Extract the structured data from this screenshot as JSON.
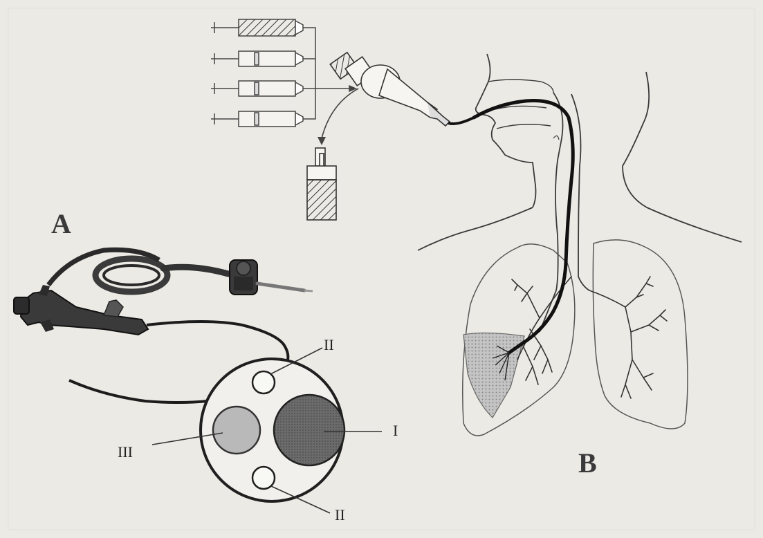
{
  "panels": {
    "a": "A",
    "b": "B"
  },
  "channel_labels": {
    "working_channel": "I",
    "light_guide_top": "II",
    "light_guide_bottom": "II",
    "objective_lens": "III"
  },
  "colors": {
    "paper": "#eceae4",
    "ink": "#1f1f1f",
    "line": "#555555",
    "channel_dark": "#5a5a5a",
    "channel_light": "#b9b9b9",
    "lobe_shade": "#9a9a9a"
  }
}
